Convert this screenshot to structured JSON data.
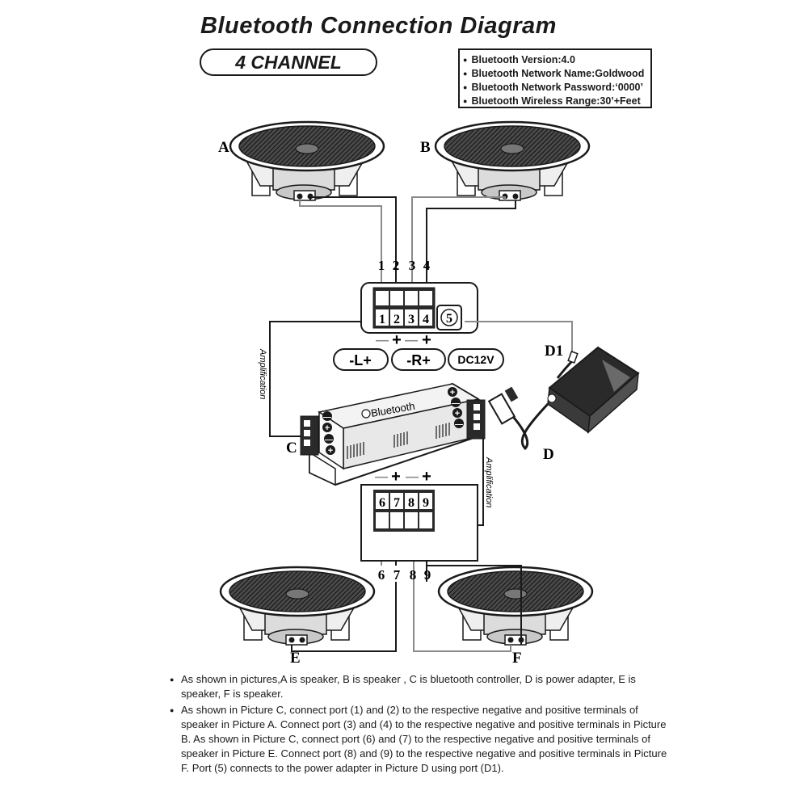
{
  "header": {
    "title": "Bluetooth Connection Diagram",
    "channel": "4 CHANNEL"
  },
  "specs": [
    "Bluetooth Version:4.0",
    "Bluetooth Network Name:Goldwood",
    "Bluetooth Network Password:‘0000’",
    "Bluetooth Wireless Range:30’+Feet"
  ],
  "labels": {
    "A": "A",
    "B": "B",
    "C": "C",
    "D": "D",
    "D1": "D1",
    "E": "E",
    "F": "F",
    "amplification_left": "Amplification",
    "amplification_right": "Amplification"
  },
  "top_terminal": {
    "ports": [
      "1",
      "2",
      "3",
      "4"
    ],
    "polarity": [
      "—",
      "+",
      "—",
      "+"
    ],
    "power_port": "5",
    "outputs": [
      "-L+",
      "-R+",
      "DC12V"
    ]
  },
  "bottom_terminal": {
    "ports": [
      "6",
      "7",
      "8",
      "9"
    ],
    "polarity": [
      "—",
      "+",
      "—",
      "+"
    ]
  },
  "controller": {
    "brand": "Bluetooth",
    "left_signs": [
      "—",
      "+",
      "—",
      "+"
    ],
    "right_signs": [
      "+",
      "—",
      "+",
      "—"
    ]
  },
  "notes": [
    "As shown in pictures,A is speaker, B is speaker , C is bluetooth controller, D is power adapter, E is speaker, F is speaker.",
    "As shown in Picture C, connect port (1) and (2) to the respective negative and positive terminals of speaker in Picture A.  Connect port (3) and (4) to the respective negative and positive terminals in Picture B.  As shown in Picture C, connect port (6) and (7) to the respective negative and positive terminals of speaker in Picture E.  Connect port (8) and (9) to the respective negative and positive terminals in Picture F. Port (5) connects to the power adapter in Picture D using port (D1)."
  ],
  "colors": {
    "ink": "#1a1a1a",
    "wire_gray": "#8a8a8a"
  }
}
